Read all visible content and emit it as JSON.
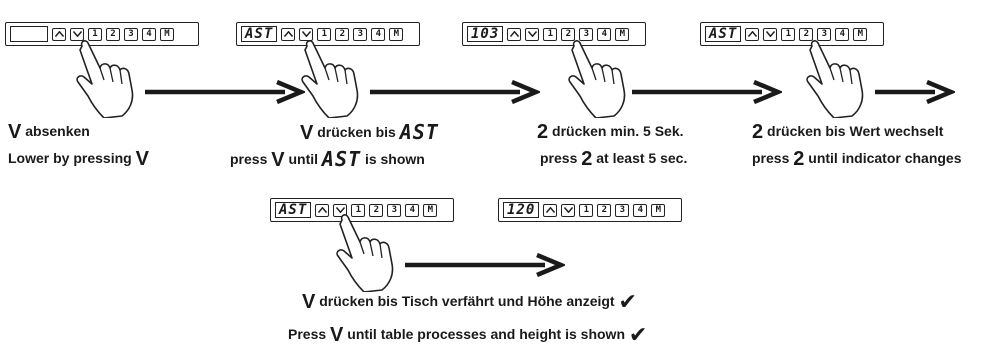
{
  "panels": [
    {
      "display": "",
      "pressed": "down"
    },
    {
      "display": "AST",
      "pressed": "down"
    },
    {
      "display": "103",
      "pressed": "2"
    },
    {
      "display": "AST",
      "pressed": "2"
    },
    {
      "display": "AST",
      "pressed": "down"
    },
    {
      "display": "120",
      "pressed": ""
    }
  ],
  "keys": {
    "up": "up-chevron",
    "down": "down-chevron",
    "k1": "1",
    "k2": "2",
    "k3": "3",
    "k4": "4",
    "m": "M"
  },
  "steps": [
    {
      "de": "absenken",
      "en": "Lower by pressing",
      "down_symbol": "V"
    },
    {
      "de_prefix": "V",
      "de_text": "drücken bis",
      "de_code": "AST",
      "en_prefix": "press",
      "en_symbol": "V",
      "en_mid": "until",
      "en_code": "AST",
      "en_suffix": "is shown"
    },
    {
      "de_key": "2",
      "de_text": "drücken min. 5 Sek.",
      "en_prefix": "press",
      "en_key": "2",
      "en_suffix": "at least 5 sec."
    },
    {
      "de_key": "2",
      "de_text": "drücken bis Wert wechselt",
      "en_prefix": "press",
      "en_key": "2",
      "en_suffix": "until indicator changes"
    },
    {
      "de_symbol": "V",
      "de_text": "drücken bis Tisch verfährt und Höhe anzeigt",
      "de_check": "✔",
      "en_prefix": "Press",
      "en_symbol": "V",
      "en_suffix": "until table processes and height is shown",
      "en_check": "✔"
    }
  ]
}
